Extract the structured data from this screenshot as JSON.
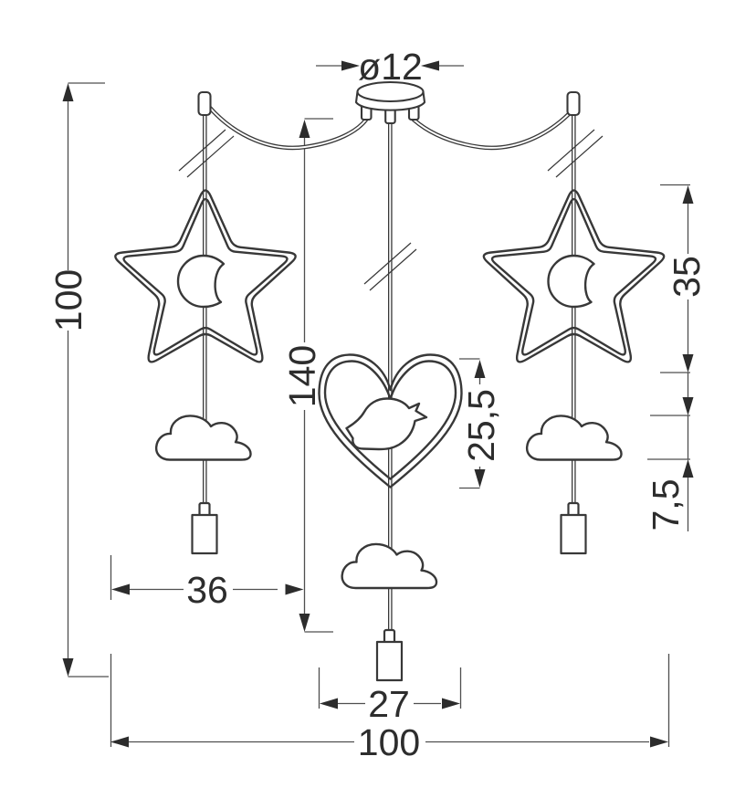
{
  "drawing": {
    "type": "pendant-lamp-technical-drawing",
    "dimensions": {
      "canopy_diameter": "ø12",
      "overall_height": "100",
      "drop_height": "140",
      "star_height": "35",
      "heart_height": "25,5",
      "cloud_height": "7,5",
      "star_width": "36",
      "heart_width": "27",
      "overall_width": "100"
    },
    "colors": {
      "background": "#ffffff",
      "outline": "#383838",
      "dimension_line": "#4f4f4f",
      "arrowhead": "#2c2c2c",
      "text": "#2d2d2d"
    }
  }
}
